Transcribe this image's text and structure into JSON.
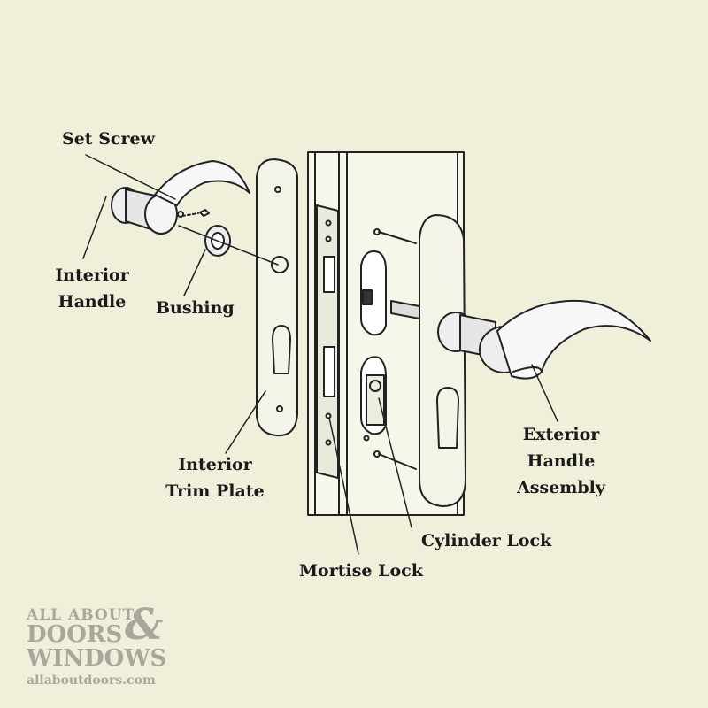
{
  "labels": {
    "set_screw": "Set Screw",
    "interior_handle": [
      "Interior",
      "Handle"
    ],
    "bushing": "Bushing",
    "interior_trim_plate": [
      "Interior",
      "Trim Plate"
    ],
    "mortise_lock": "Mortise Lock",
    "cylinder_lock": "Cylinder Lock",
    "exterior_handle_assembly": [
      "Exterior",
      "Handle",
      "Assembly"
    ]
  },
  "brand": {
    "line1": "ALL ABOUT",
    "line2": "DOORS",
    "ampersand": "&",
    "line3": "WINDOWS",
    "url": "allaboutdoors.com"
  },
  "colors": {
    "background": "#f0f0da",
    "ink": "#1a1a1a",
    "brand": "#a7a79c"
  }
}
